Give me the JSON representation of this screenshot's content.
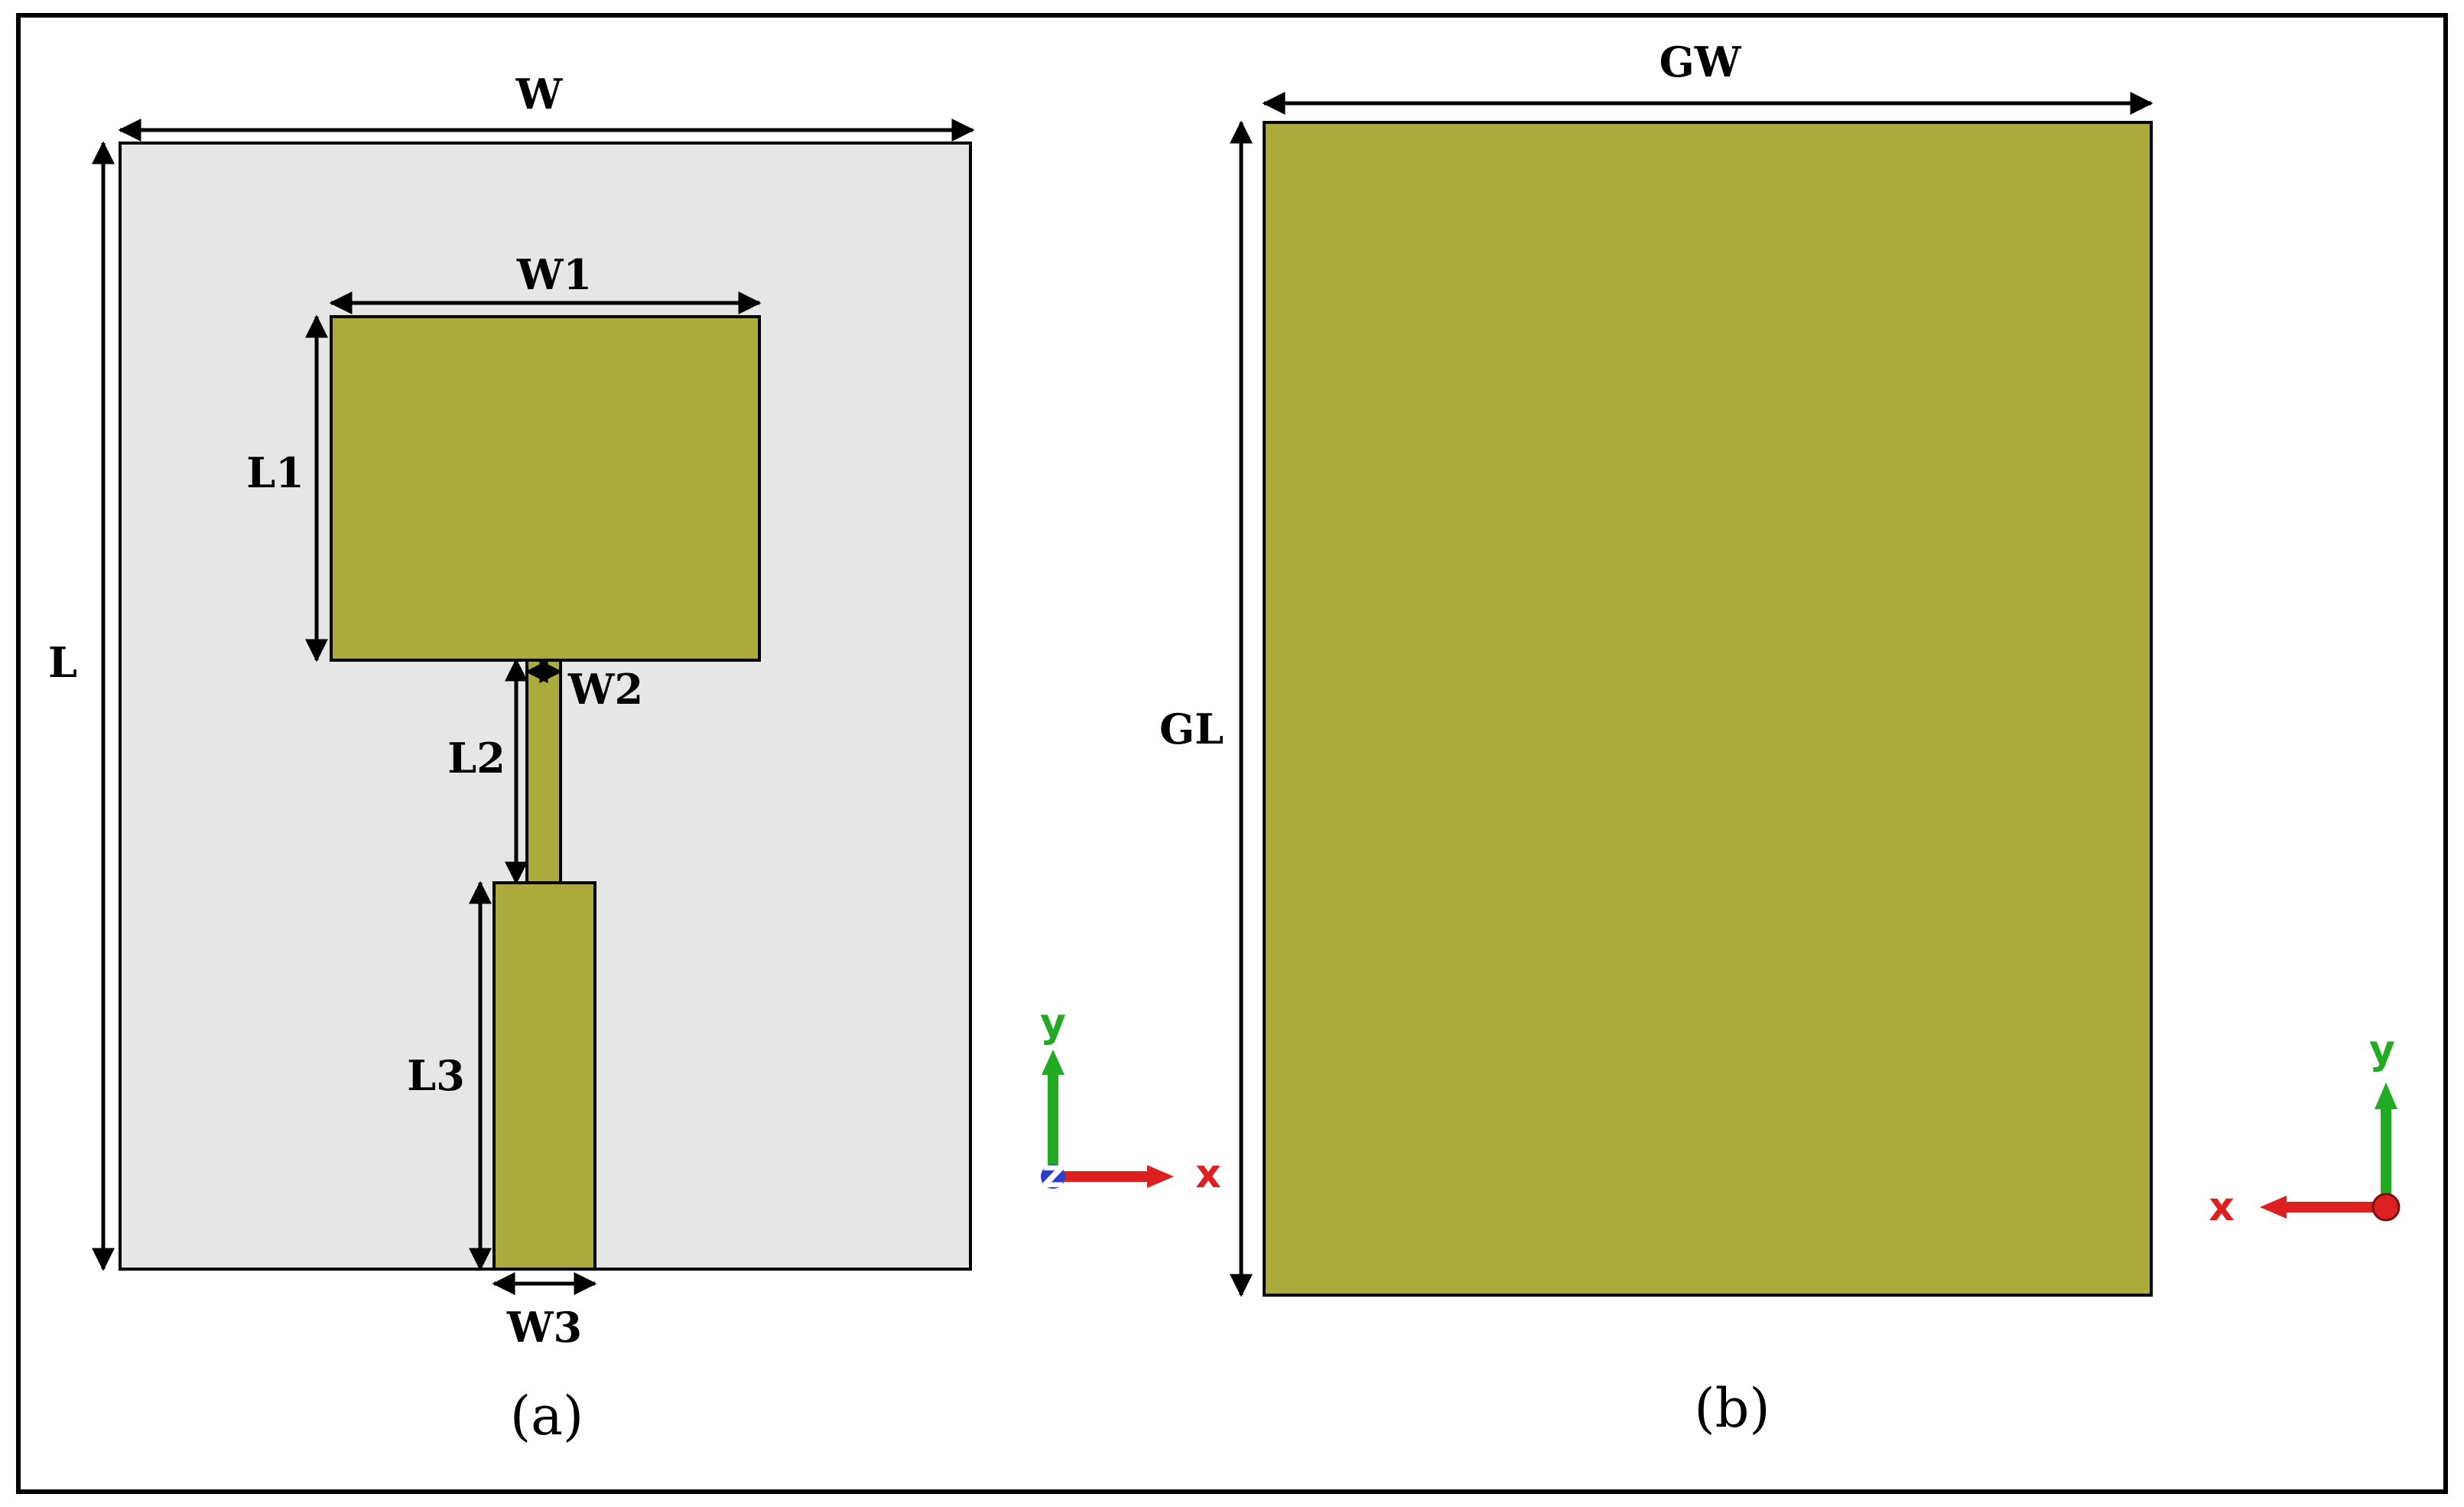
{
  "colors": {
    "substrate": "#e6e6e6",
    "metal": "#aaab3c",
    "outline": "#000000",
    "axis_y": "#22aa22",
    "axis_x": "#dd1f1f",
    "axis_z": "#2a3fcc"
  },
  "panel_a": {
    "caption": "(a)",
    "labels": {
      "W": "W",
      "L": "L",
      "W1": "W1",
      "L1": "L1",
      "W2": "W2",
      "L2": "L2",
      "W3": "W3",
      "L3": "L3"
    },
    "axes": {
      "y": "y",
      "x": "x",
      "z": "z"
    }
  },
  "panel_b": {
    "caption": "(b)",
    "labels": {
      "GW": "GW",
      "GL": "GL"
    },
    "axes": {
      "y": "y",
      "x": "x"
    }
  }
}
